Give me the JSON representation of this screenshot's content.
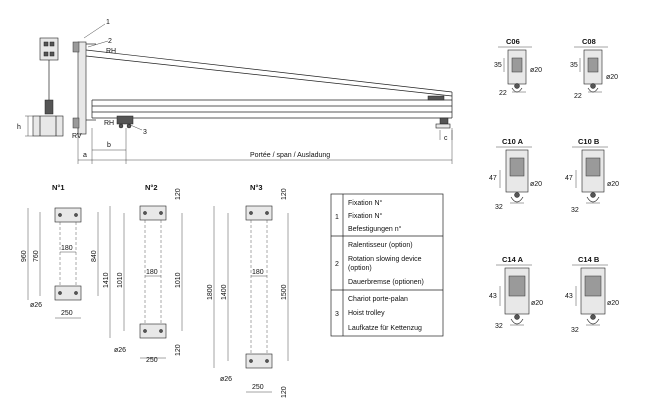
{
  "main_view": {
    "callout_1": "1",
    "callout_2": "2",
    "callout_3": "3",
    "rh_top": "RH",
    "rh_bottom": "RH",
    "rv": "RV",
    "h": "h",
    "a": "a",
    "b": "b",
    "c": "c",
    "span_label": "Portée / span / Ausladung"
  },
  "plates": [
    {
      "title": "N°1",
      "heights": [
        "960",
        "760",
        "840"
      ],
      "width_inner": "180",
      "width_outer": "250",
      "hole": "ø26"
    },
    {
      "title": "N°2",
      "heights": [
        "1410",
        "1010",
        "1010"
      ],
      "width_inner": "180",
      "width_outer": "250",
      "hole": "ø26",
      "edge_top": "120",
      "edge_bottom": "120"
    },
    {
      "title": "N°3",
      "heights": [
        "1800",
        "1400",
        "1500"
      ],
      "width_inner": "180",
      "width_outer": "250",
      "hole": "ø26",
      "edge_top": "120",
      "edge_bottom": "120"
    }
  ],
  "legend": {
    "rows": [
      {
        "num": "1",
        "lines": [
          "Fixation N°",
          "Fixation N°",
          "Befestigungen n°"
        ]
      },
      {
        "num": "2",
        "lines": [
          "Ralentisseur (option)",
          "Rotation slowing device",
          "(option)",
          "Dauerbremse (optionen)"
        ]
      },
      {
        "num": "3",
        "lines": [
          "Chariot porte-palan",
          "Hoist trolley",
          "Laufkatze für Kettenzug"
        ]
      }
    ]
  },
  "trolleys": [
    {
      "code": "C06",
      "d1": "35",
      "d2": "22",
      "dia": "ø20"
    },
    {
      "code": "C08",
      "d1": "35",
      "d2": "22",
      "dia": "ø20"
    },
    {
      "code": "C10 A",
      "d1": "47",
      "d2": "32",
      "dia": "ø20"
    },
    {
      "code": "C10 B",
      "d1": "47",
      "d2": "32",
      "dia": "ø20"
    },
    {
      "code": "C14 A",
      "d1": "43",
      "d2": "32",
      "dia": "ø20"
    },
    {
      "code": "C14 B",
      "d1": "43",
      "d2": "32",
      "dia": "ø20"
    }
  ]
}
